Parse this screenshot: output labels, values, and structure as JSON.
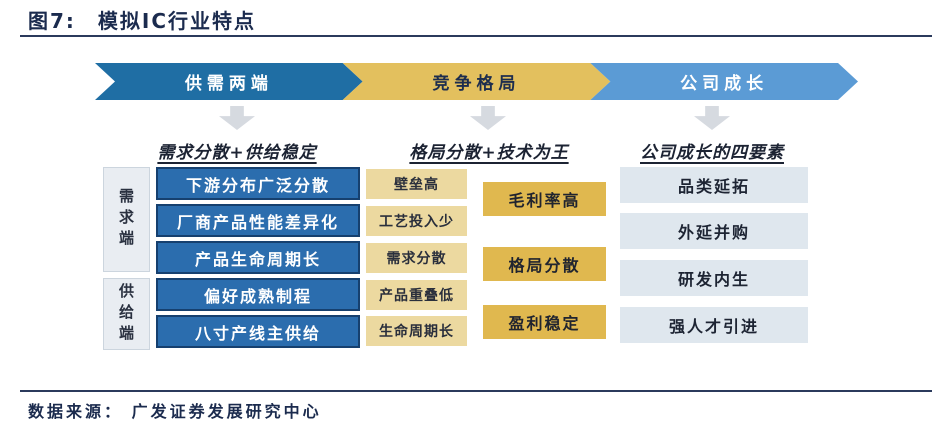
{
  "title": {
    "figure_label": "图7:",
    "text": "模拟IC行业特点"
  },
  "banner": {
    "stages": [
      {
        "label": "供需两端",
        "color": "#1f6ea4",
        "text_color": "#ffffff"
      },
      {
        "label": "竞争格局",
        "color": "#e3c05e",
        "text_color": "#1d2d4e"
      },
      {
        "label": "公司成长",
        "color": "#5b9bd5",
        "text_color": "#ffffff"
      }
    ]
  },
  "columns": {
    "demand_supply": {
      "header": "需求分散+供给稳定",
      "side_labels": {
        "demand": "需求端",
        "supply": "供给端"
      },
      "boxes": [
        "下游分布广泛分散",
        "厂商产品性能差异化",
        "产品生命周期长",
        "偏好成熟制程",
        "八寸产线主供给"
      ]
    },
    "competition": {
      "header": "格局分散+技术为王",
      "traits": [
        "壁垒高",
        "工艺投入少",
        "需求分散",
        "产品重叠低",
        "生命周期长"
      ],
      "outcomes": [
        "毛利率高",
        "格局分散",
        "盈利稳定"
      ]
    },
    "growth": {
      "header": "公司成长的四要素",
      "factors": [
        "品类延拓",
        "外延并购",
        "研发内生",
        "强人才引进"
      ]
    }
  },
  "footer": {
    "source": "数据来源： 广发证券发展研究中心"
  },
  "palette": {
    "navy_text": "#1b2b4e",
    "stage_blue_dark": "#1f6ea4",
    "stage_gold": "#e3c05e",
    "stage_blue_light": "#5b9bd5",
    "feature_box_blue": "#2b6dae",
    "feature_box_border": "#16406f",
    "trait_tan": "#ecd9a0",
    "outcome_gold": "#e0b84f",
    "factor_light_blue": "#dfe7ee",
    "side_label_gray": "#e9edf2",
    "down_arrow_gray": "#d6dae0"
  }
}
